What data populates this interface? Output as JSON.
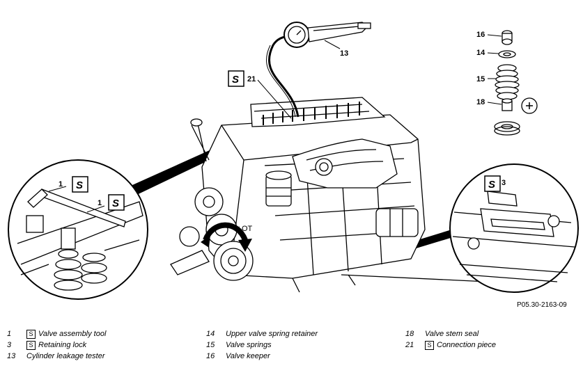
{
  "figure": {
    "callouts": {
      "c13": "13",
      "c16": "16",
      "c14": "14",
      "c15": "15",
      "c18": "18",
      "c21": "21",
      "c1a": "1",
      "c1b": "1",
      "c3": "3",
      "ot": "OT"
    },
    "reference_code": "P05.30-2163-09"
  },
  "legend": {
    "col1": [
      {
        "num": "1",
        "icon": true,
        "label": "Valve assembly tool"
      },
      {
        "num": "3",
        "icon": true,
        "label": "Retaining lock"
      },
      {
        "num": "13",
        "icon": false,
        "label": "Cylinder leakage tester"
      }
    ],
    "col2": [
      {
        "num": "14",
        "icon": false,
        "label": "Upper valve spring retainer"
      },
      {
        "num": "15",
        "icon": false,
        "label": "Valve springs"
      },
      {
        "num": "16",
        "icon": false,
        "label": "Valve keeper"
      }
    ],
    "col3": [
      {
        "num": "18",
        "icon": false,
        "label": "Valve stem seal"
      },
      {
        "num": "21",
        "icon": true,
        "label": "Connection piece"
      }
    ]
  },
  "tool_icon_glyph": "S"
}
